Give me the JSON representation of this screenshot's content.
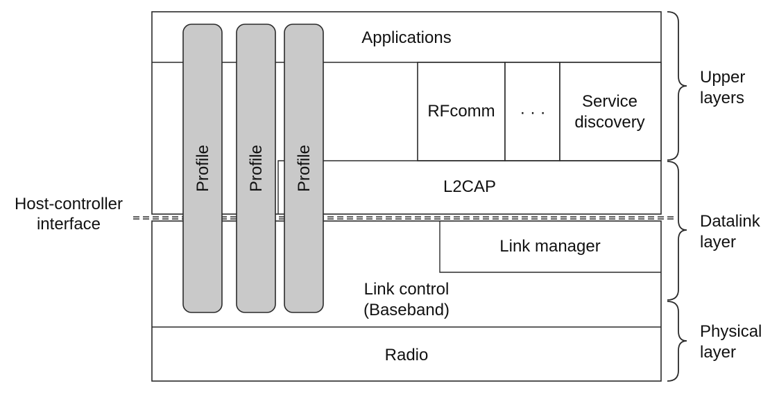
{
  "diagram": {
    "blocks": {
      "applications": "Applications",
      "rfcomm": "RFcomm",
      "ellipsis": "· · ·",
      "service_discovery": [
        "Service",
        "discovery"
      ],
      "l2cap": "L2CAP",
      "link_manager": "Link manager",
      "link_control": [
        "Link control",
        "(Baseband)"
      ],
      "radio": "Radio"
    },
    "profiles": [
      "Profile",
      "Profile",
      "Profile"
    ],
    "host_controller_interface": [
      "Host-controller",
      "interface"
    ],
    "layers": {
      "upper": [
        "Upper",
        "layers"
      ],
      "datalink": [
        "Datalink",
        "layer"
      ],
      "physical": [
        "Physical",
        "layer"
      ]
    },
    "colors": {
      "line": "#2a2a2a",
      "text": "#111111",
      "profile_fill": "#c9c9c9",
      "background": "#ffffff"
    }
  }
}
